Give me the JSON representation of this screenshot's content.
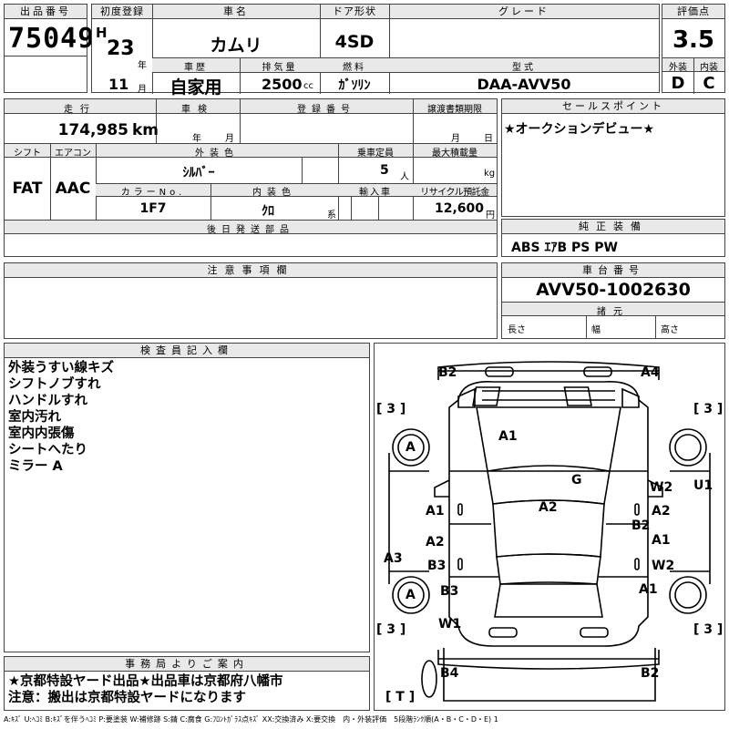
{
  "lot": {
    "label": "出品番号",
    "value": "75049"
  },
  "first_reg": {
    "label": "初度登録",
    "era": "H",
    "year": "23",
    "year_unit": "年",
    "month": "11",
    "month_unit": "月"
  },
  "car_name": {
    "label": "車名",
    "value": "カムリ"
  },
  "door": {
    "label": "ドア形状",
    "value": "4SD"
  },
  "grade": {
    "label": "グレード",
    "value": ""
  },
  "score": {
    "label": "評価点",
    "value": "3.5"
  },
  "history": {
    "label": "車歴",
    "value": "自家用"
  },
  "displacement": {
    "label": "排気量",
    "value": "2500",
    "unit": "cc"
  },
  "fuel": {
    "label": "燃料",
    "value": "ｶﾞｿﾘﾝ"
  },
  "model": {
    "label": "型式",
    "value": "DAA-AVV50"
  },
  "ext_grade": {
    "label": "外装",
    "value": "D"
  },
  "int_grade": {
    "label": "内装",
    "value": "C"
  },
  "mileage": {
    "label": "走行",
    "value": "174,985",
    "unit": "km"
  },
  "inspection": {
    "label": "車検",
    "year_unit": "年",
    "month_unit": "月"
  },
  "reg_no": {
    "label": "登録番号",
    "value": ""
  },
  "transfer_deadline": {
    "label": "譲渡書類期限",
    "month_unit": "月",
    "day_unit": "日"
  },
  "sales_point": {
    "label": "セールスポイント",
    "value": "★オークションデビュー★"
  },
  "shift": {
    "label": "シフト",
    "value": "FAT"
  },
  "aircon": {
    "label": "エアコン",
    "value": "AAC"
  },
  "ext_color": {
    "label": "外装色",
    "value": "ｼﾙﾊﾞｰ"
  },
  "capacity": {
    "label": "乗車定員",
    "value": "5",
    "unit": "人"
  },
  "max_load": {
    "label": "最大積載量",
    "unit": "kg"
  },
  "color_no": {
    "label": "カラーNo.",
    "value": "1F7"
  },
  "int_color": {
    "label": "内装色",
    "value": "ｸﾛ",
    "unit": "系"
  },
  "import": {
    "label": "輸入車",
    "value": ""
  },
  "recycle": {
    "label": "リサイクル預託金",
    "value": "12,600",
    "unit": "円"
  },
  "later_parts": {
    "label": "後日発送部品",
    "value": ""
  },
  "equipment": {
    "label": "純正装備",
    "value": "ABS ｴｱB PS PW"
  },
  "notes": {
    "label": "注意事項欄",
    "value": ""
  },
  "chassis": {
    "label": "車台番号",
    "value": "AVV50-1002630"
  },
  "specs": {
    "label": "諸元",
    "length": "長さ",
    "width": "幅",
    "height": "高さ"
  },
  "inspector": {
    "label": "検査員記入欄",
    "lines": [
      "外装うすい線キズ",
      "シフトノブすれ",
      "ハンドルすれ",
      "室内汚れ",
      "室内内張傷",
      "シートへたり",
      "ミラー A"
    ]
  },
  "office": {
    "label": "事務局よりご案内",
    "lines": [
      "★京都特設ヤード出品★出品車は京都府八幡市",
      "注意：搬出は京都特設ヤードになります"
    ]
  },
  "legend": "A:ｷｽﾞ U:ﾍｺﾐ B:ｷｽﾞを伴うﾍｺﾐ P:要塗装 W:補修跡 S:錆 C:腐食 G:ﾌﾛﾝﾄｶﾞﾗｽ点ｷｽﾞ XX:交換済み X:要交換　内・外装評価　5段階ﾗﾝｸ順(A・B・C・D・E) 1",
  "diagram_marks": {
    "b2_top": "B2",
    "a4_top": "A4",
    "tire_fl_count": "[ 3 ]",
    "tire_fr_count": "[ 3 ]",
    "tire_rl_count": "[ 3 ]",
    "tire_rr_count": "[ 3 ]",
    "spare_count": "[ T ]",
    "wheel_fl": "A",
    "wheel_rl": "A",
    "hood": "A1",
    "windshield": "G",
    "roof": "A2",
    "u1": "U1",
    "w2_front": "W2",
    "a2_right": "A2",
    "b2_right": "B2",
    "a1_right": "A1",
    "w2_rear": "W2",
    "a1_rr": "A1",
    "a1_left": "A1",
    "a2_left": "A2",
    "b3_left": "B3",
    "a3_left": "A3",
    "b3_rl": "B3",
    "w1": "W1",
    "b4_bottom": "B4",
    "b2_bottom": "B2"
  }
}
